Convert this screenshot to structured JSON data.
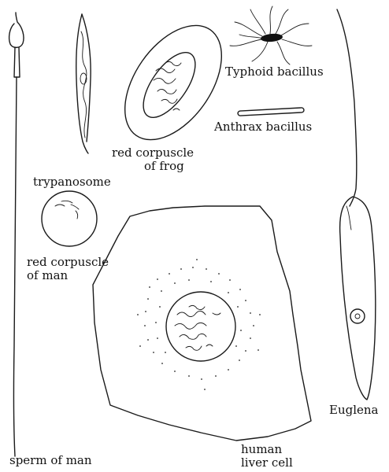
{
  "labels": {
    "typhoid": "Typhoid bacillus",
    "anthrax": "Anthrax bacillus",
    "frog_rbc_line1": "red corpuscle",
    "frog_rbc_line2": "of frog",
    "trypanosome": "trypanosome",
    "man_rbc_line1": "red corpuscle",
    "man_rbc_line2": "of man",
    "euglena": "Euglena",
    "sperm": "sperm of man",
    "liver_line1": "human",
    "liver_line2": "liver cell"
  }
}
